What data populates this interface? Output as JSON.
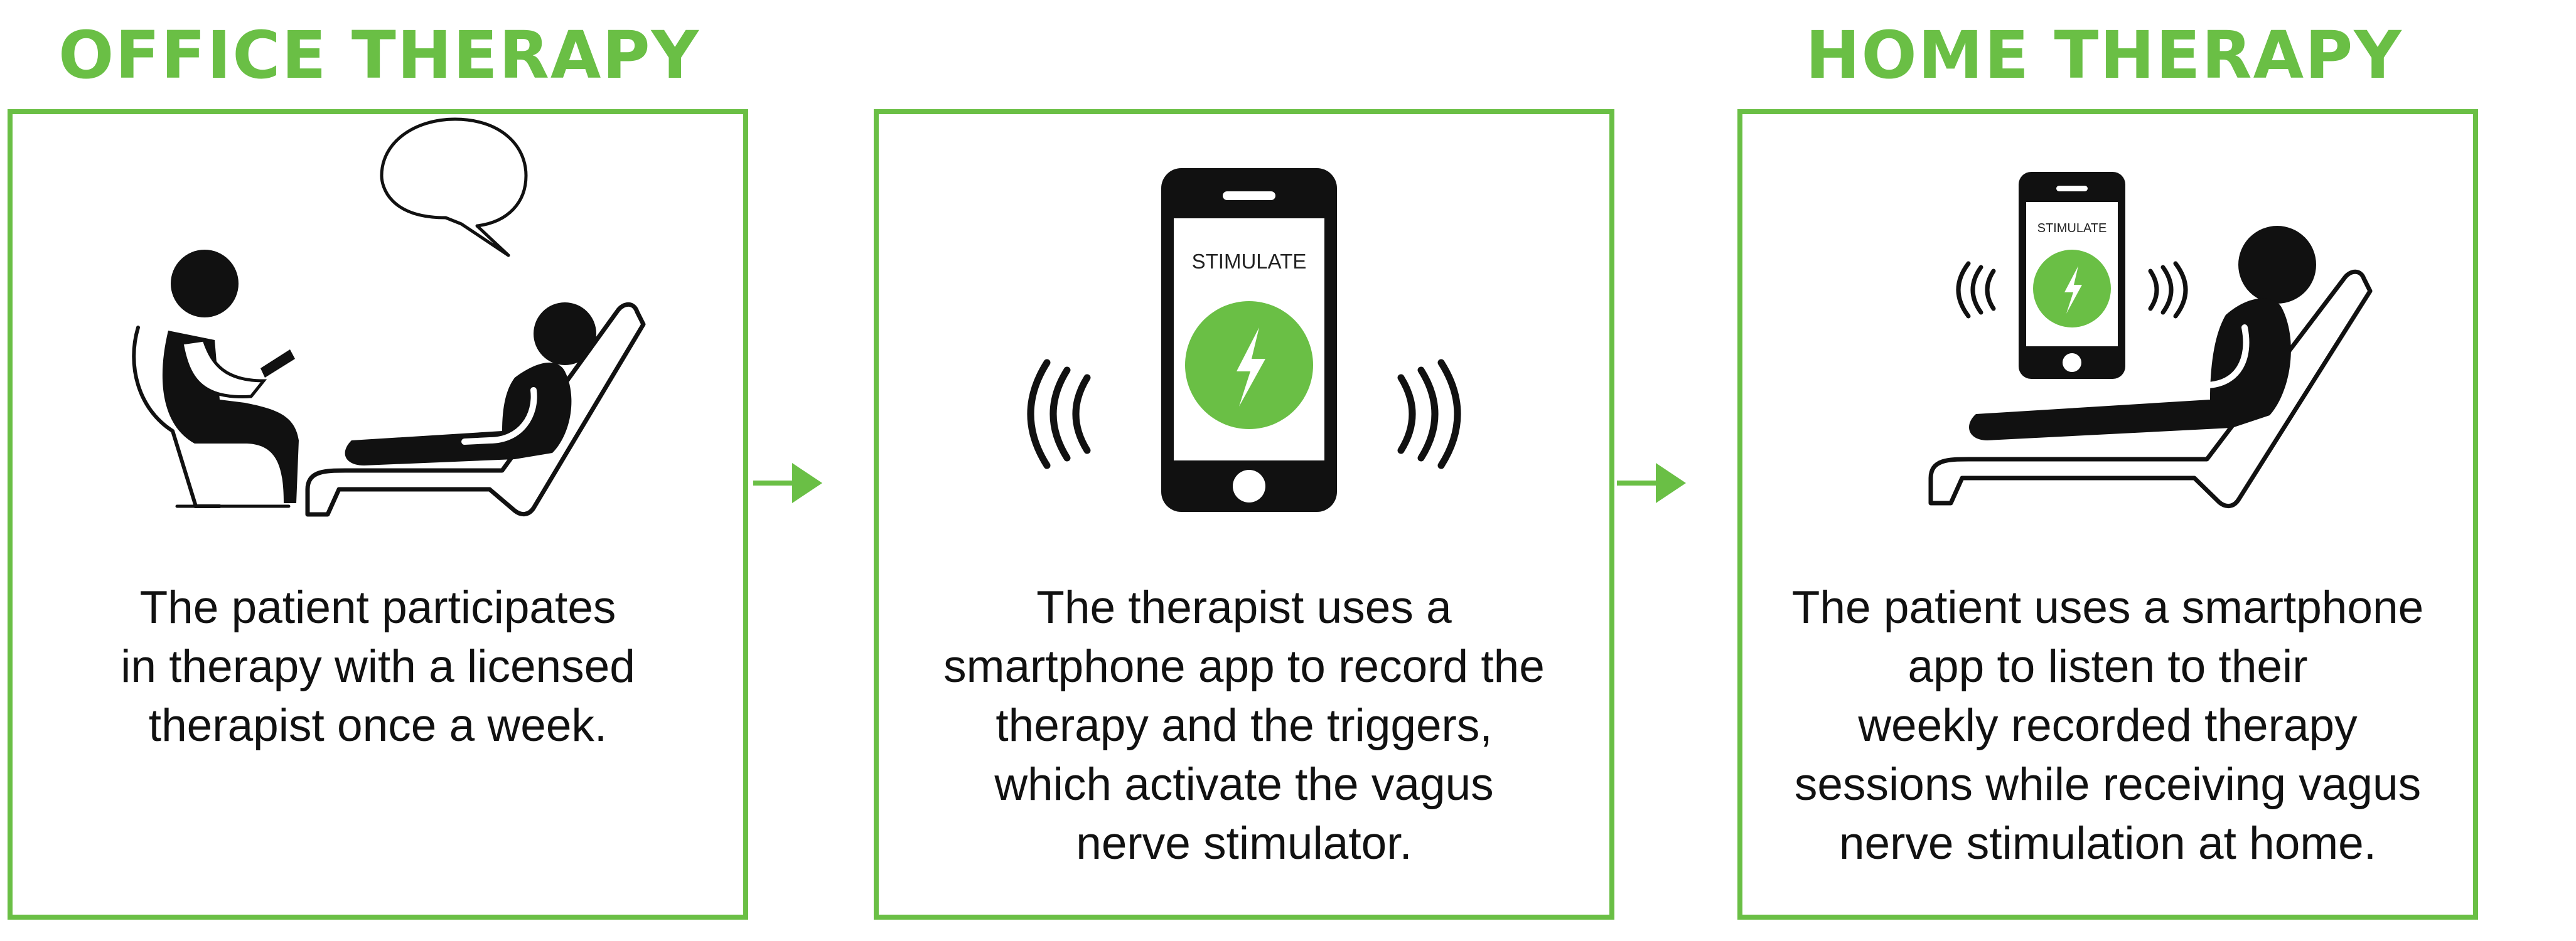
{
  "headings": {
    "office": "OFFICE THERAPY",
    "home": "HOME THERAPY"
  },
  "panels": [
    {
      "id": "office",
      "caption_lines": [
        "The patient participates",
        "in therapy with a licensed",
        "therapist once a week."
      ]
    },
    {
      "id": "record",
      "screen_label": "STIMULATE",
      "caption_lines": [
        "The therapist uses a",
        "smartphone app to record the",
        "therapy and the triggers,",
        "which activate the vagus",
        "nerve stimulator."
      ]
    },
    {
      "id": "home",
      "screen_label": "STIMULATE",
      "caption_lines": [
        "The patient uses a smartphone",
        "app to listen to their",
        "weekly recorded therapy",
        "sessions while receiving vagus",
        "nerve stimulation at home."
      ]
    }
  ],
  "colors": {
    "accent": "#6abf45",
    "ink": "#111111"
  },
  "icons": {
    "office": [
      "therapist-seated-icon",
      "speech-bubble-icon",
      "patient-reclining-icon",
      "couch-icon"
    ],
    "record": [
      "smartphone-icon",
      "lightning-bolt-icon",
      "vibration-waves-icon"
    ],
    "home": [
      "smartphone-icon",
      "lightning-bolt-icon",
      "vibration-waves-icon",
      "patient-reclining-icon",
      "couch-icon"
    ],
    "flow": "arrow-right-icon"
  }
}
